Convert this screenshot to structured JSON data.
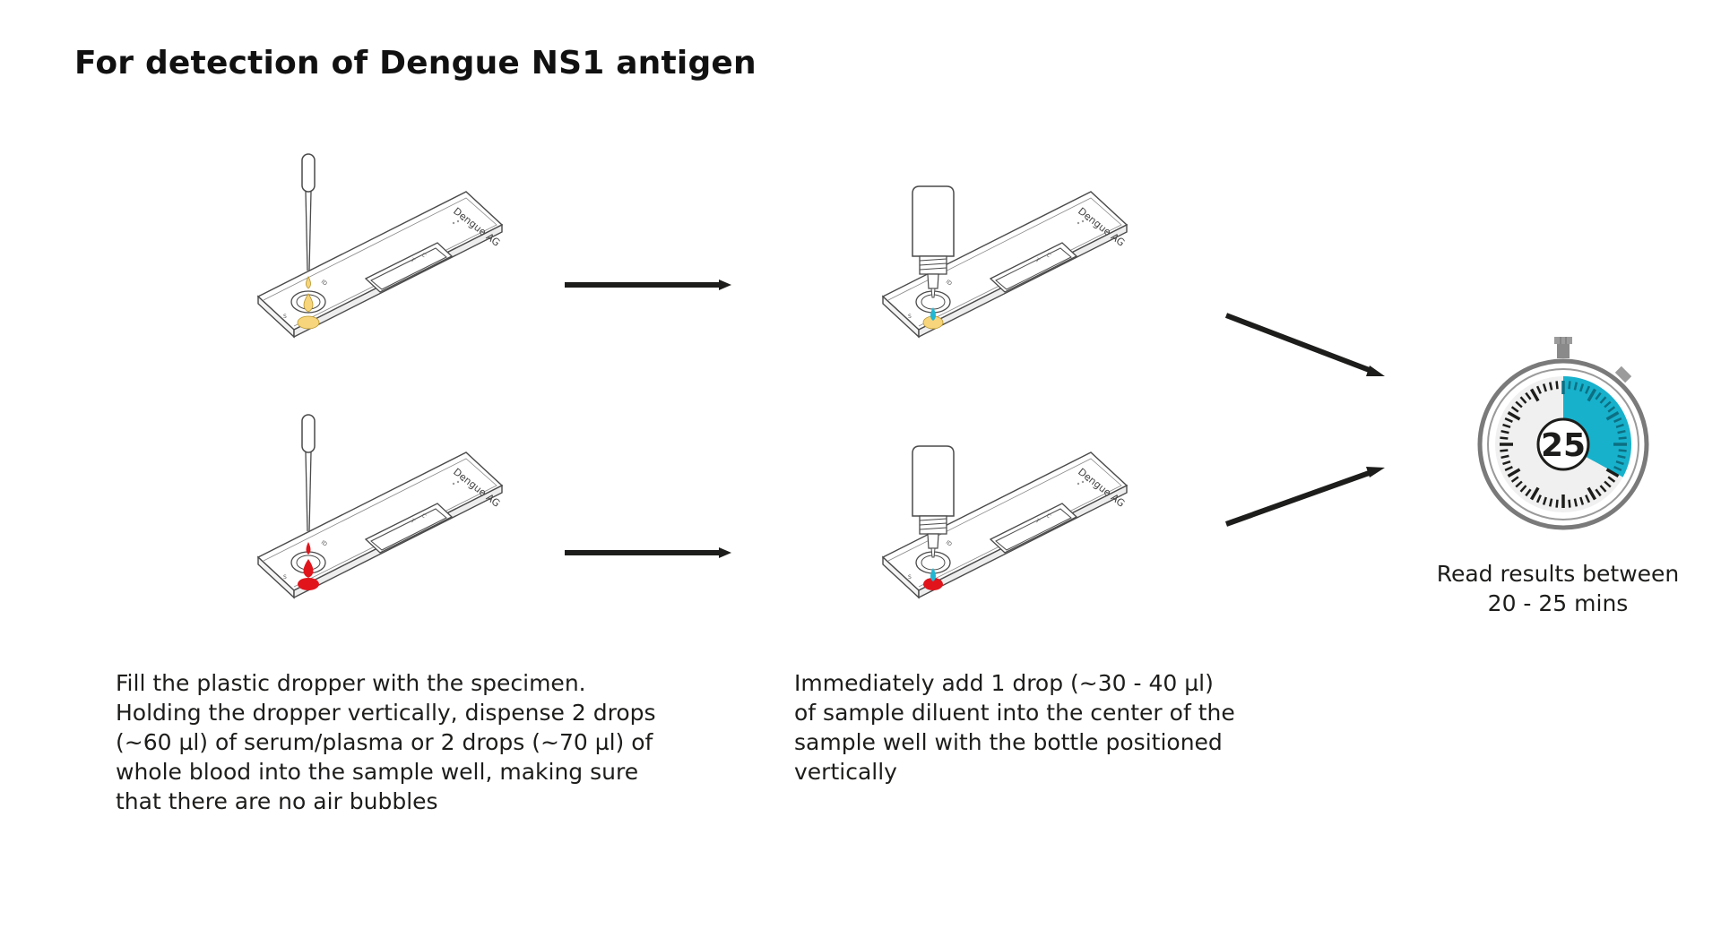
{
  "title": "For detection of Dengue NS1 antigen",
  "device": {
    "label": "Dengue AG",
    "well_marks": {
      "sample": "S",
      "control": "C",
      "test": "T",
      "id": "ID"
    }
  },
  "steps": [
    {
      "lines": [
        "Fill the plastic dropper with the specimen.",
        "Holding the dropper vertically, dispense 2 drops",
        "(~60 µl) of serum/plasma or 2 drops (~70 µl) of",
        "whole blood into the sample well, making sure",
        "that there are no air bubbles"
      ]
    },
    {
      "lines": [
        "Immediately add 1 drop (~30 - 40 µl)",
        "of sample diluent into the center of the",
        "sample well with the bottle positioned",
        "vertically"
      ]
    },
    {
      "lines": [
        "Read results between",
        "20 - 25 mins"
      ]
    }
  ],
  "timer": {
    "value": "25",
    "elapsed_fraction": 0.33
  },
  "colors": {
    "serum": "#f6d57c",
    "blood": "#e1141c",
    "diluent": "#1fb7d4",
    "timer_accent": "#17b1cc",
    "outline": "#4a4a4a",
    "arrow": "#1d1d1b"
  }
}
